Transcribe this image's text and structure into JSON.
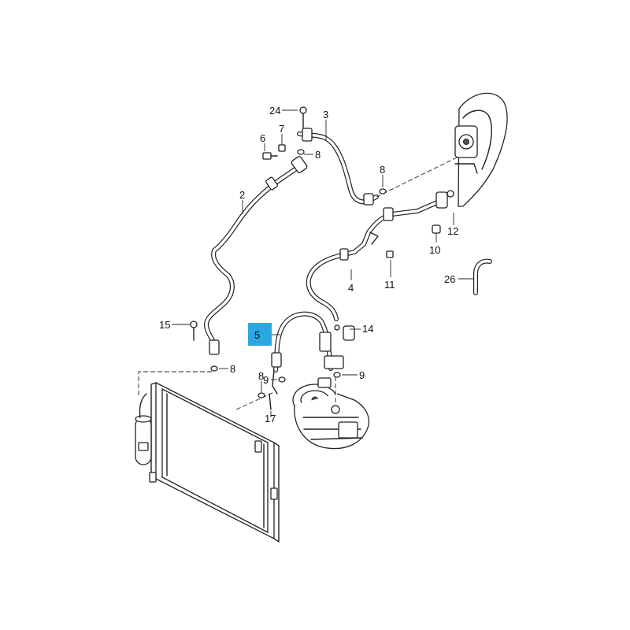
{
  "callouts": {
    "c2": "2",
    "c3": "3",
    "c4": "4",
    "c5": "5",
    "c6": "6",
    "c7": "7",
    "c8a": "8",
    "c8b": "8",
    "c8c": "8",
    "c8d": "8",
    "c9a": "9",
    "c9b": "9",
    "c10": "10",
    "c11": "11",
    "c12": "12",
    "c14": "14",
    "c15": "15",
    "c17": "17",
    "c24": "24",
    "c26": "26"
  },
  "highlight": {
    "callout": "5",
    "color": "#2aa7e0"
  }
}
